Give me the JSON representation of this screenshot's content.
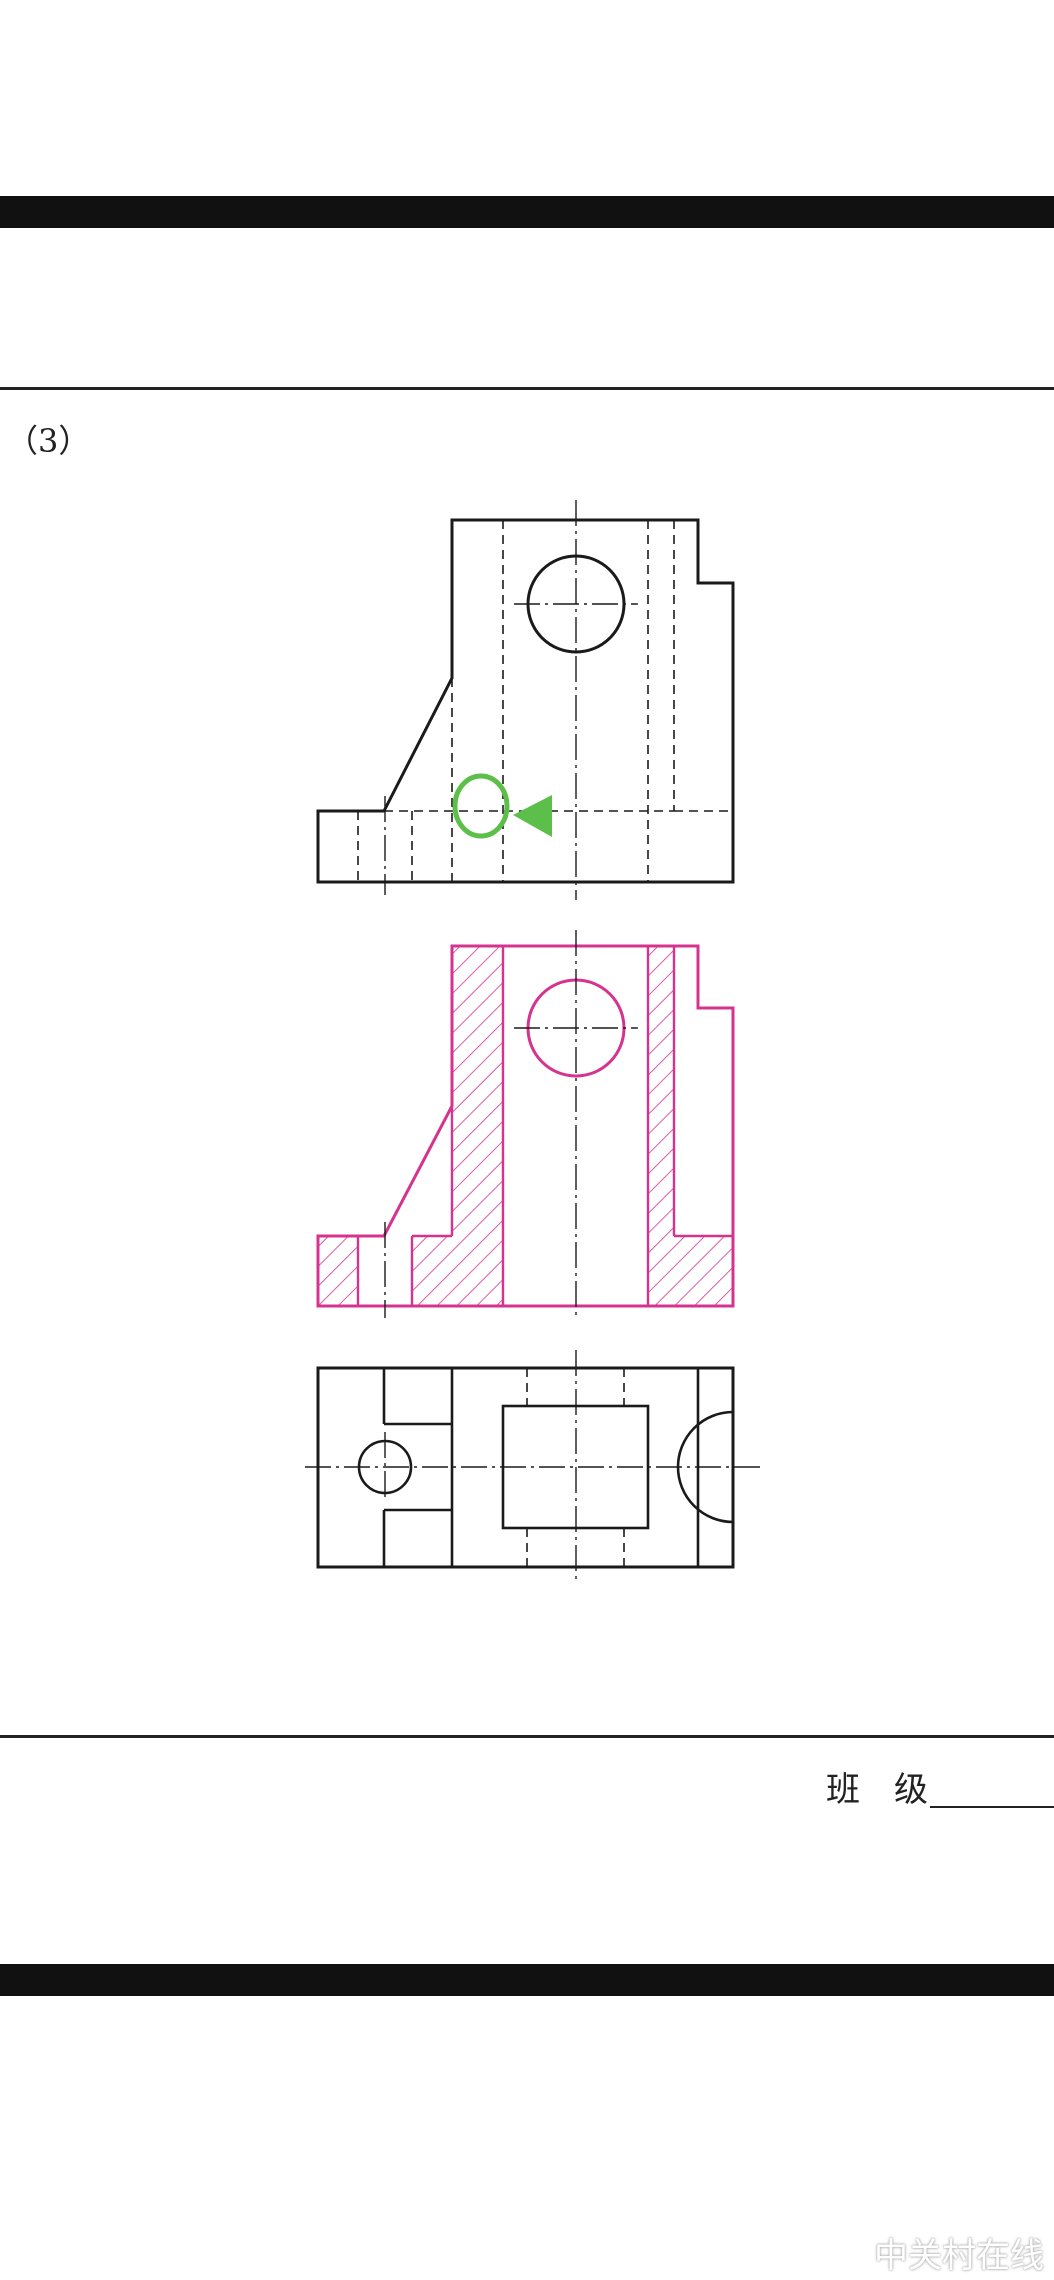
{
  "problem": {
    "number_label": "（3）"
  },
  "footer": {
    "class_label": "班　级"
  },
  "watermark": {
    "text": "中关村在线"
  },
  "colors": {
    "line": "#1a1a1a",
    "section": "#d6338e",
    "marker": "#5cbf4a"
  }
}
